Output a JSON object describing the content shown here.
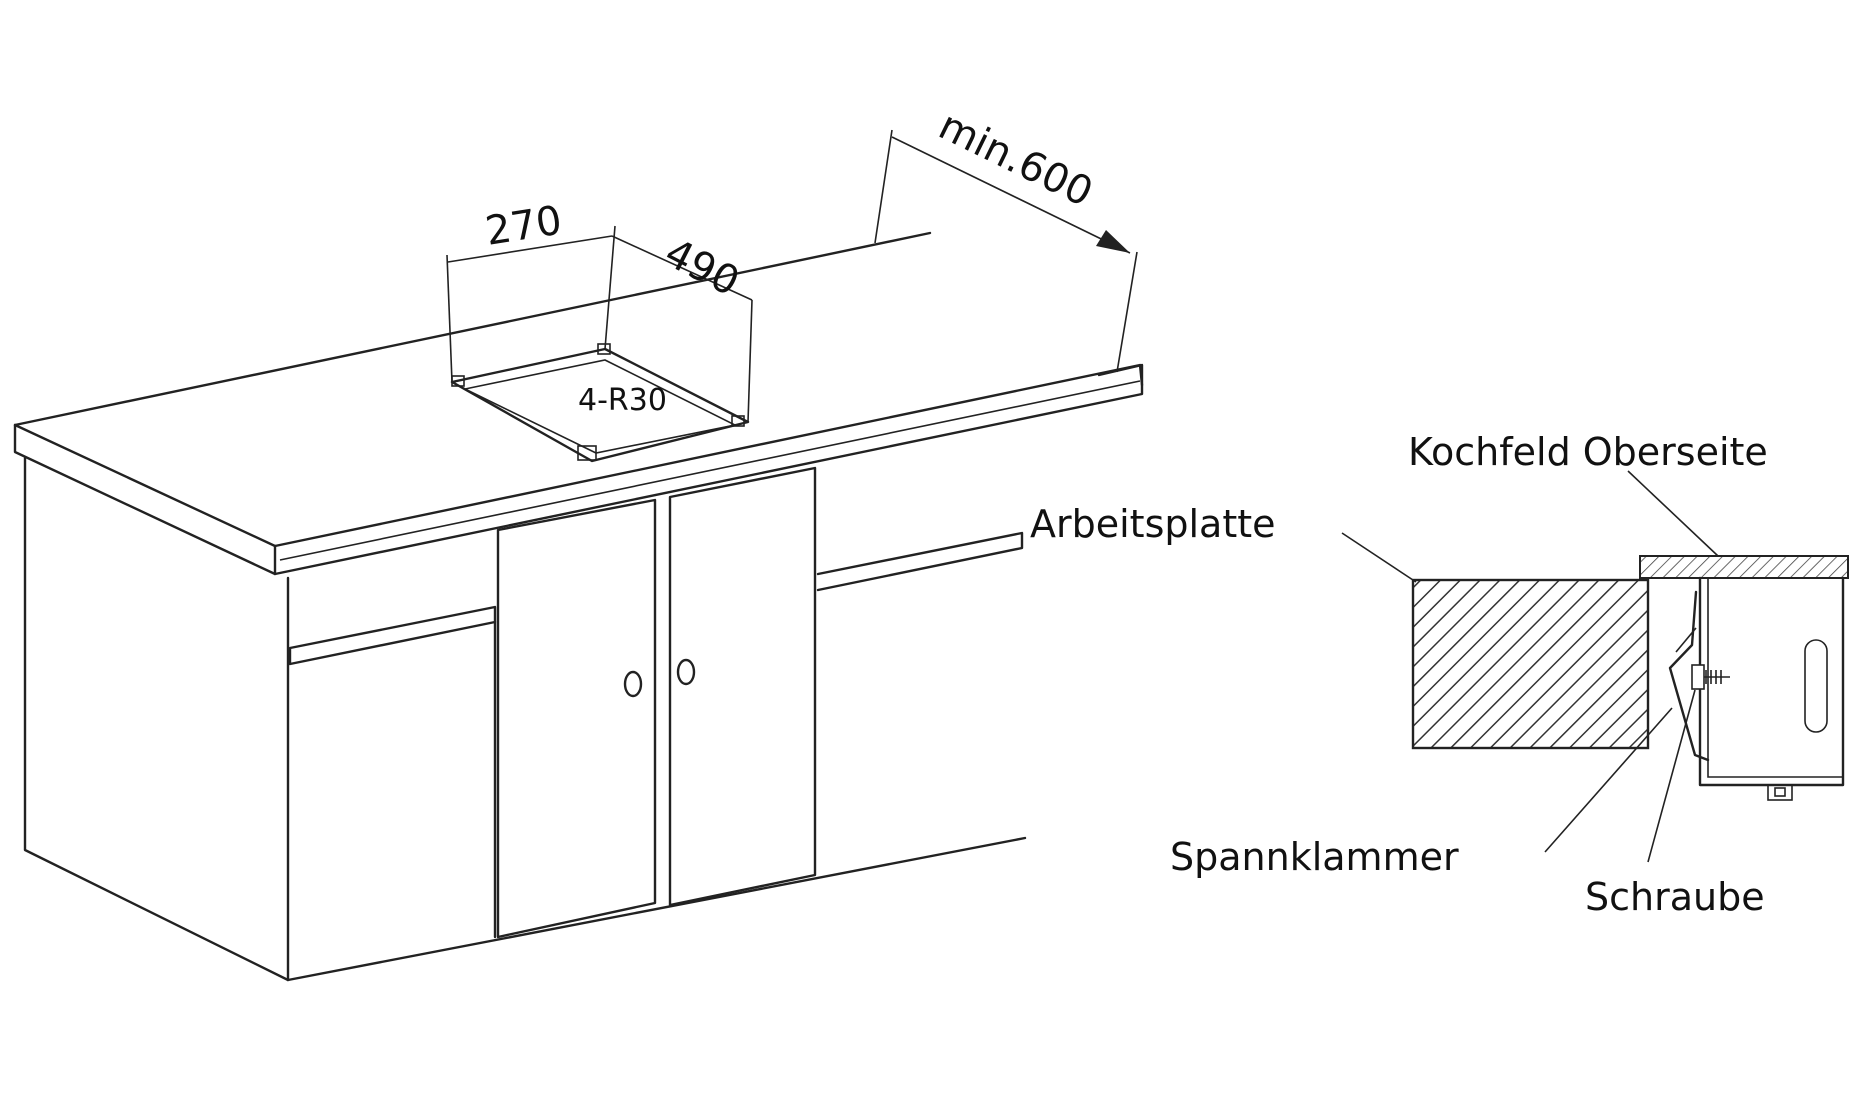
{
  "dimensions": {
    "width": "270",
    "depth": "490",
    "corner_radius": "4-R30",
    "min_distance": "min.600"
  },
  "labels": {
    "hob_top": "Kochfeld Oberseite",
    "worktop": "Arbeitsplatte",
    "clamp": "Spannklammer",
    "screw": "Schraube"
  }
}
